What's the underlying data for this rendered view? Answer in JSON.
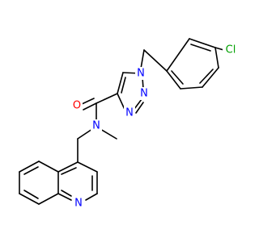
{
  "colors": {
    "carbon": "#000000",
    "nitrogen": "#0000ff",
    "oxygen": "#ff0000",
    "chlorine": "#00a000",
    "background": "#ffffff"
  },
  "atoms": {
    "chlorine": "Cl",
    "oxygen": "O",
    "n1": "N",
    "n2": "N",
    "n3": "N",
    "amide_n": "N",
    "quinoline_n": "N"
  }
}
